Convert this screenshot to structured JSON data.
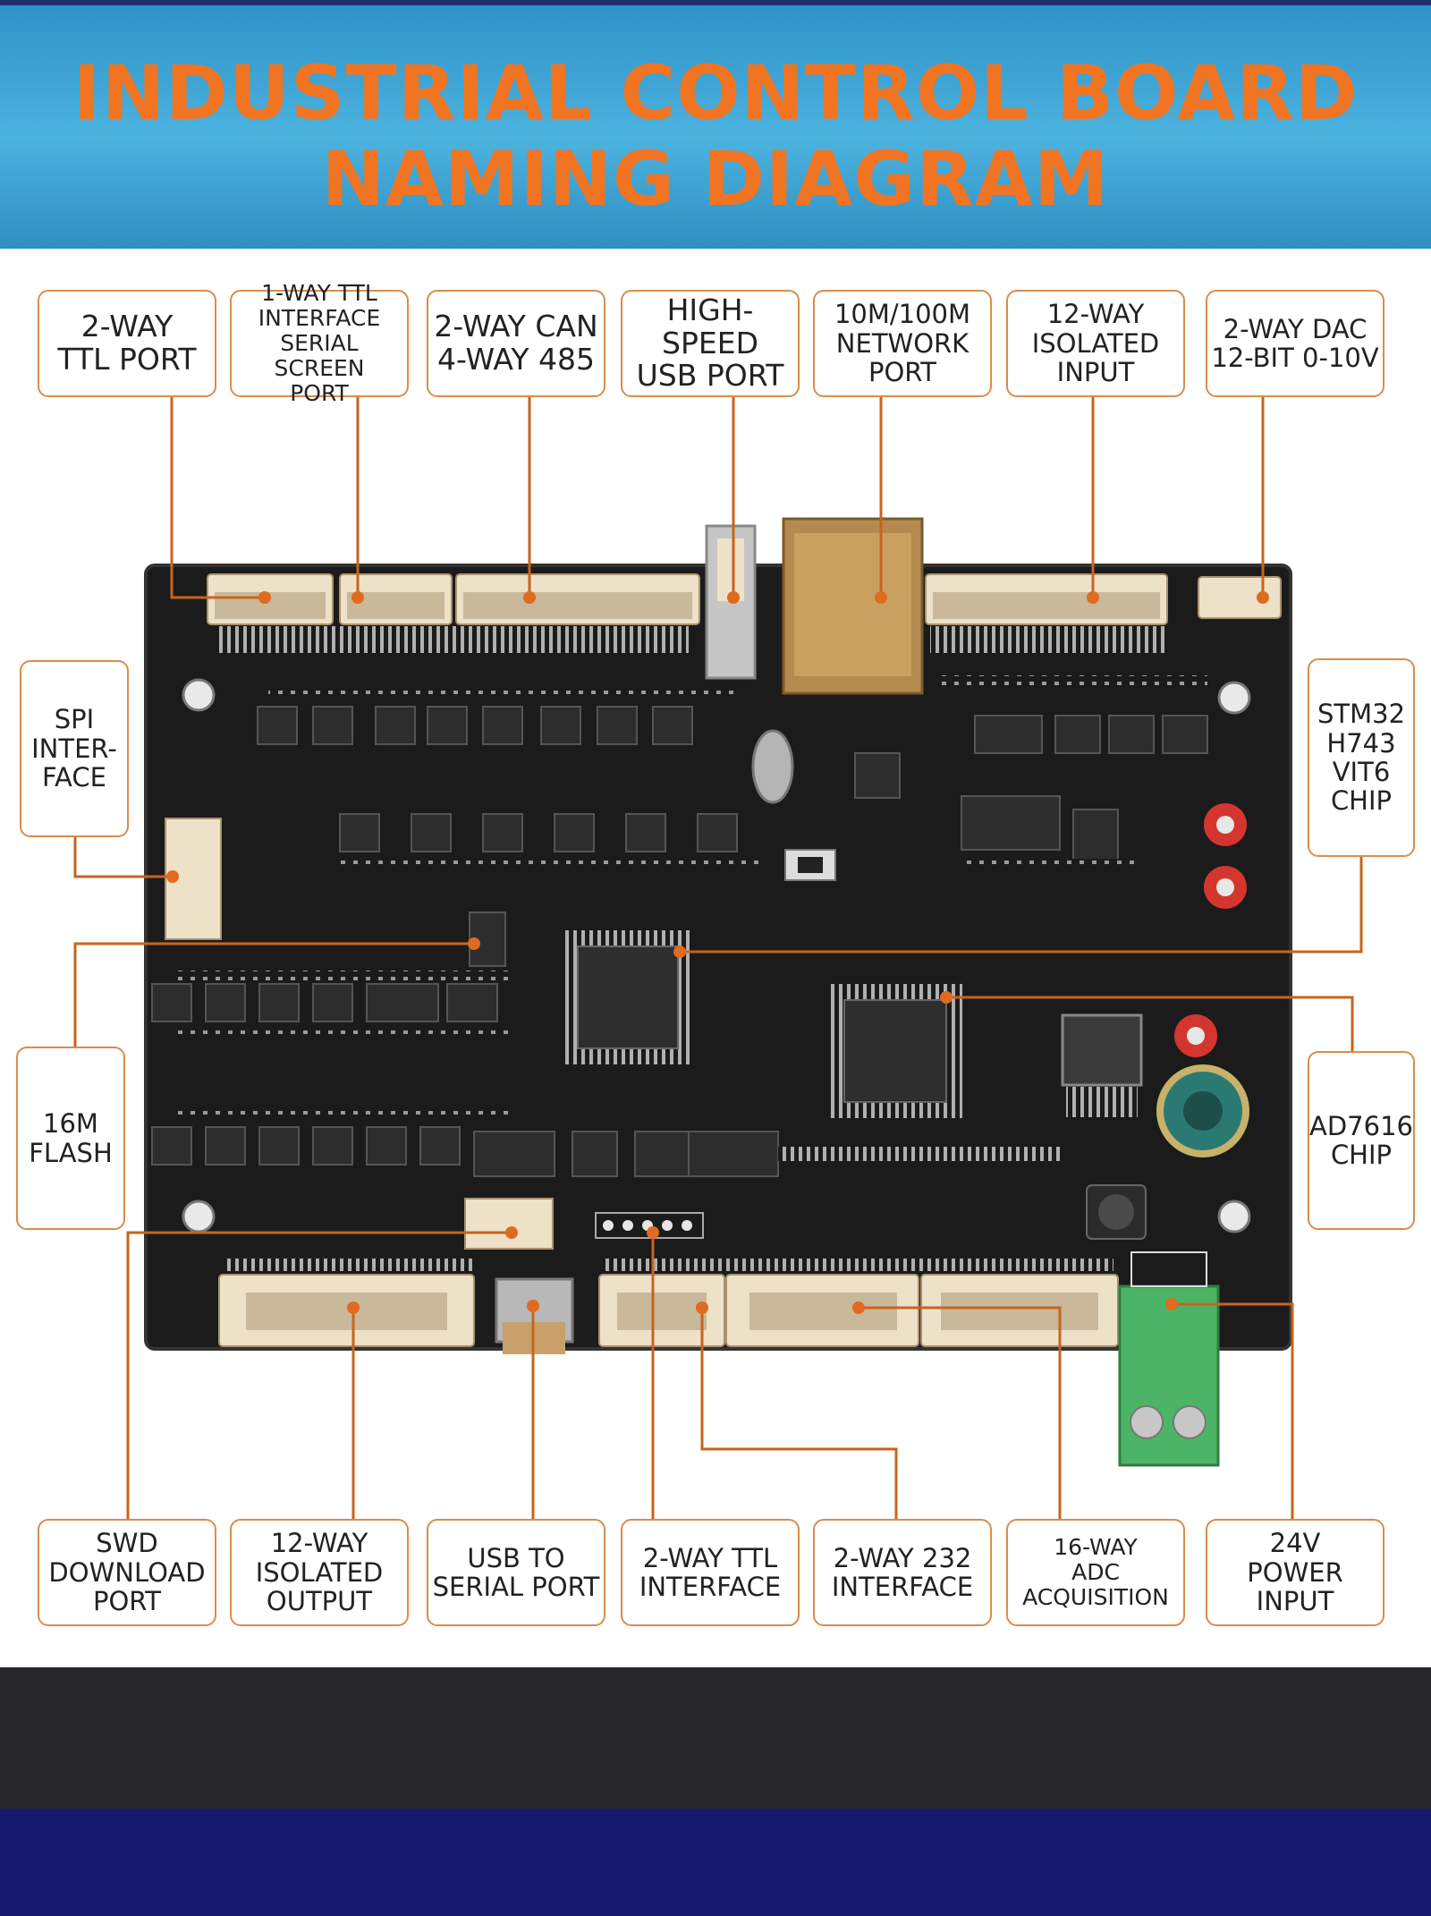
{
  "header": {
    "title_line1": "INDUSTRIAL CONTROL BOARD",
    "title_line2": "NAMING DIAGRAM"
  },
  "labels": {
    "ttl_port": [
      "2-WAY",
      "TTL PORT"
    ],
    "serial_screen": [
      "1-WAY TTL",
      "INTERFACE",
      "SERIAL SCREEN",
      "PORT"
    ],
    "can_485": [
      "2-WAY CAN",
      "4-WAY 485"
    ],
    "usb_port": [
      "HIGH-SPEED",
      "USB PORT"
    ],
    "network_port": [
      "10M/100M",
      "NETWORK",
      "PORT"
    ],
    "isolated_input": [
      "12-WAY",
      "ISOLATED",
      "INPUT"
    ],
    "dac": [
      "2-WAY DAC",
      "12-BIT 0-10V"
    ],
    "spi": [
      "SPI",
      "INTER-",
      "FACE"
    ],
    "stm32": [
      "STM32",
      "H743",
      "VIT6",
      "CHIP"
    ],
    "flash": [
      "16M",
      "FLASH"
    ],
    "ad7616": [
      "AD7616",
      "CHIP"
    ],
    "swd": [
      "SWD",
      "DOWNLOAD",
      "PORT"
    ],
    "isolated_output": [
      "12-WAY",
      "ISOLATED",
      "OUTPUT"
    ],
    "usb_serial": [
      "USB TO",
      "SERIAL PORT"
    ],
    "ttl_interface": [
      "2-WAY TTL",
      "INTERFACE"
    ],
    "rs232": [
      "2-WAY 232",
      "INTERFACE"
    ],
    "adc": [
      "16-WAY",
      "ADC",
      "ACQUISITION"
    ],
    "power": [
      "24V",
      "POWER INPUT"
    ]
  },
  "colors": {
    "accent": "#f07422",
    "line": "#c8641e",
    "board": "#1b1b1b",
    "header": "#3aa3d4"
  }
}
